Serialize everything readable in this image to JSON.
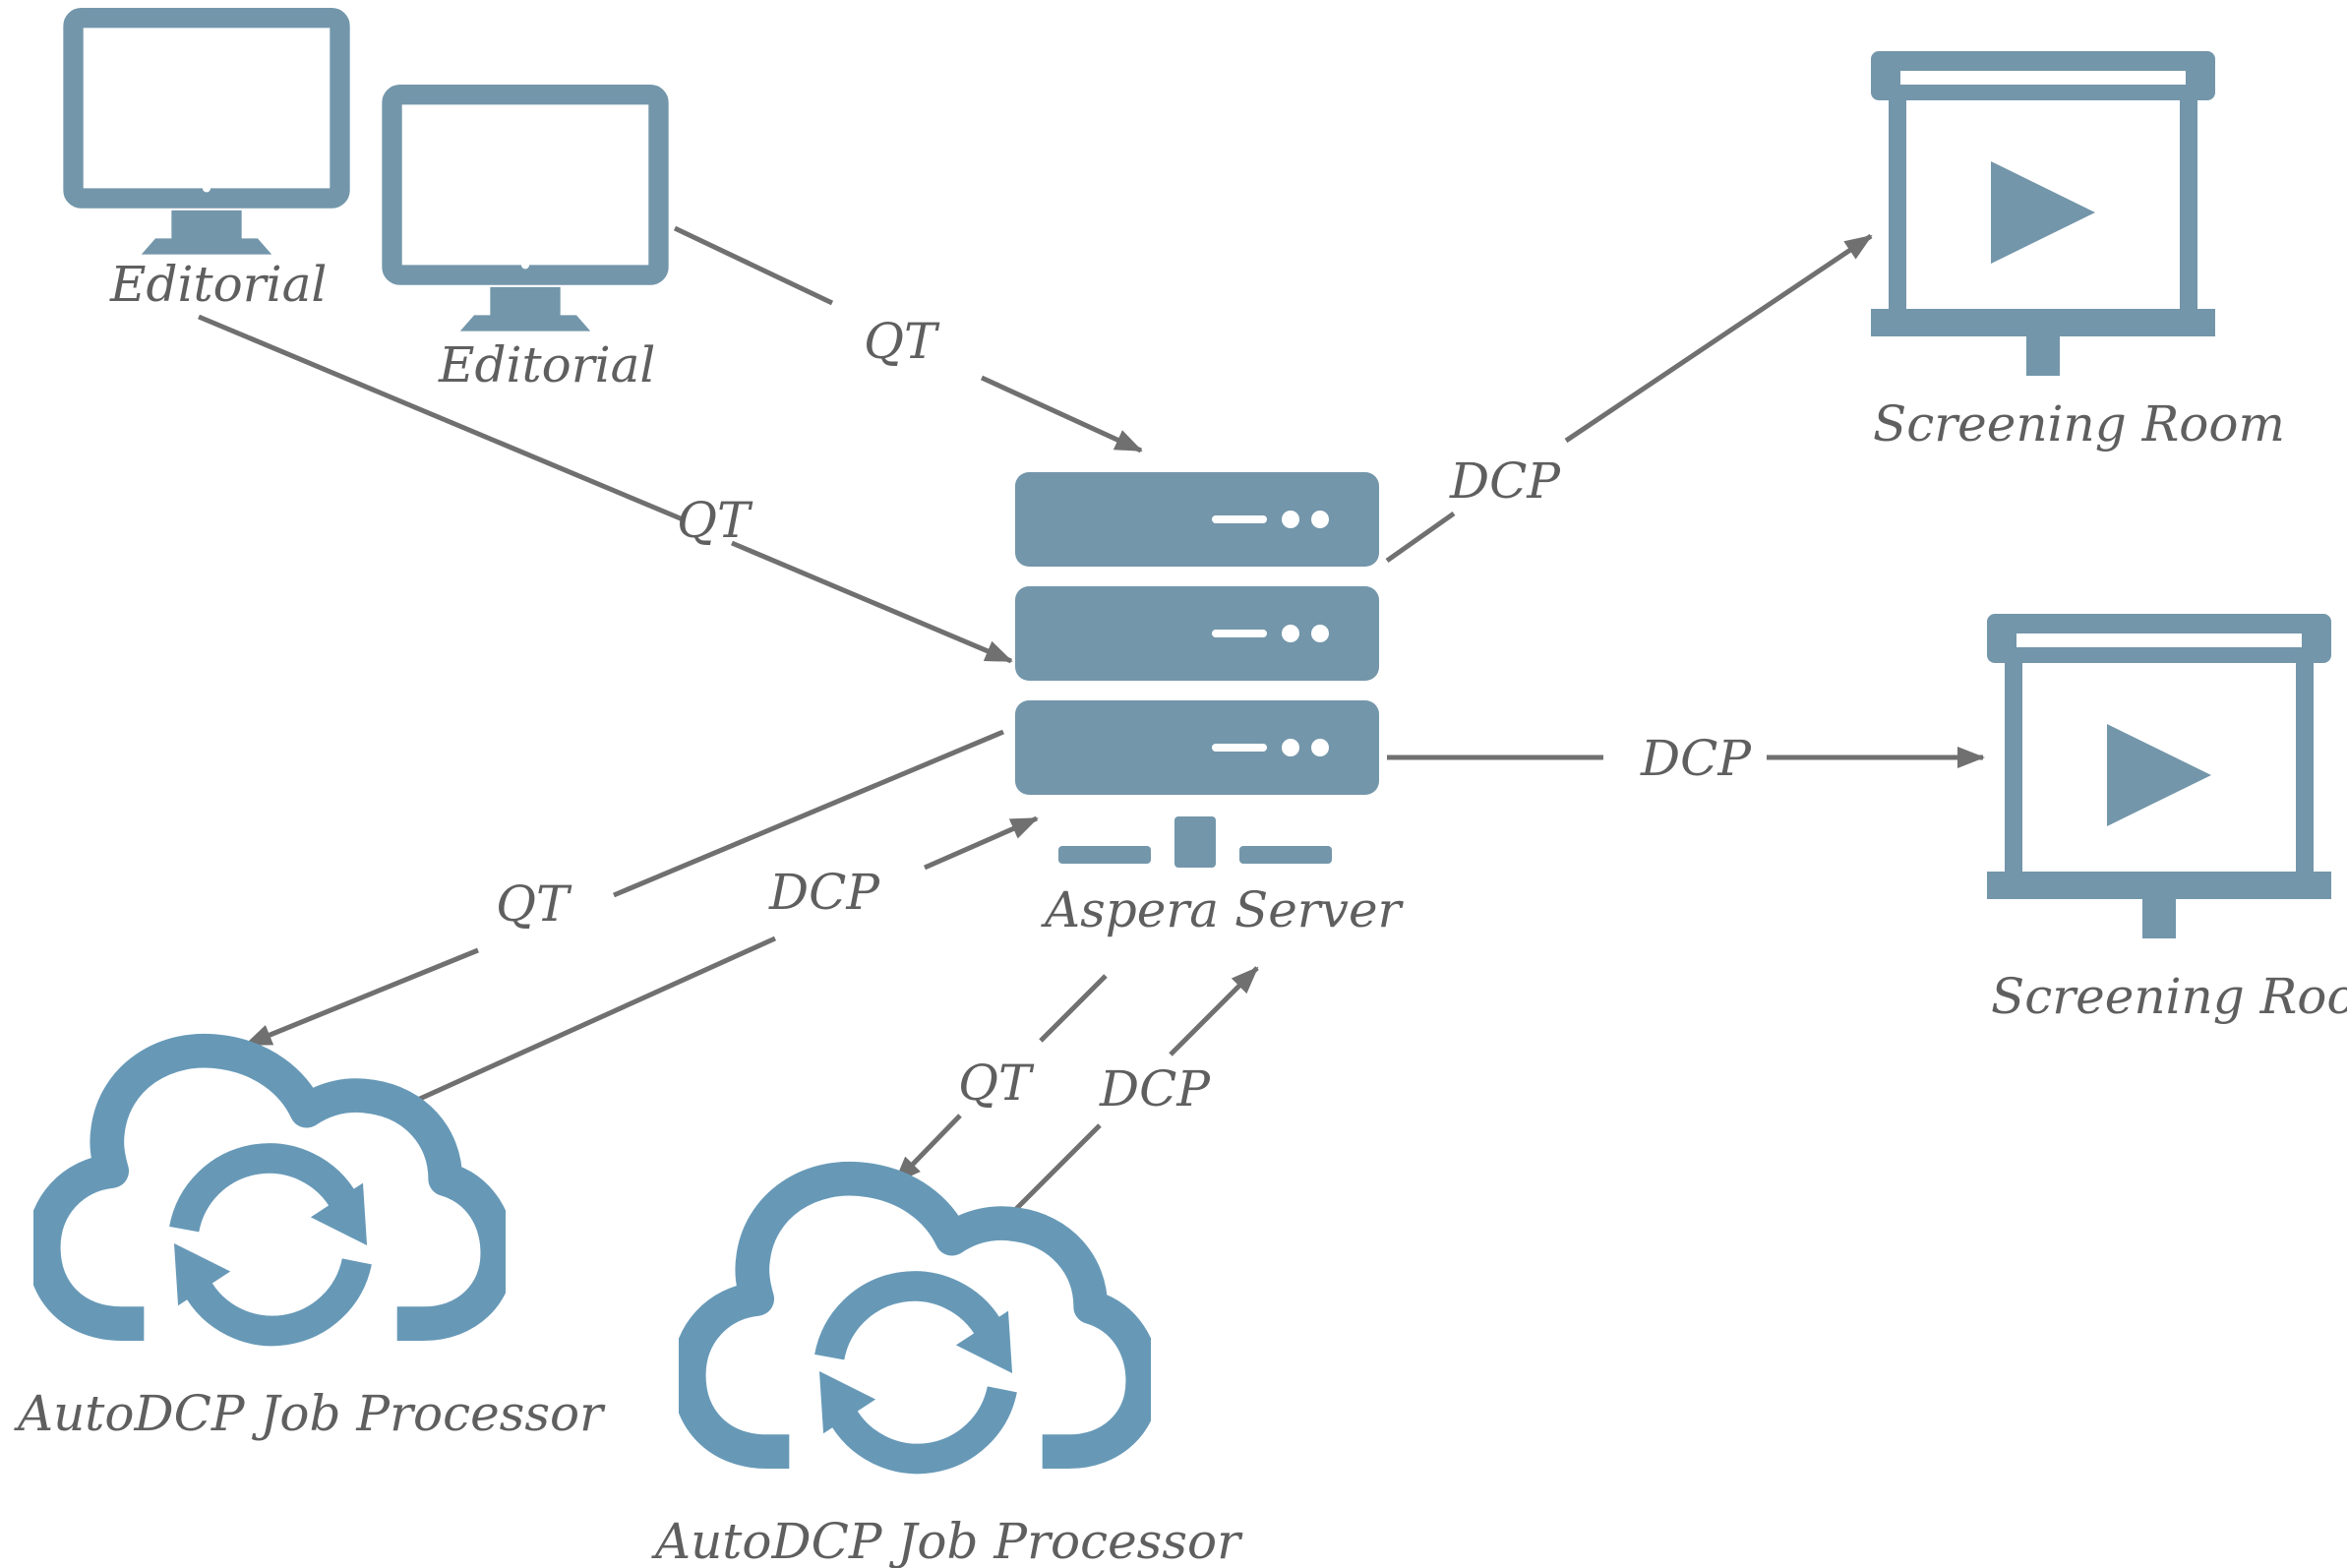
{
  "diagram": {
    "nodes": {
      "editorial_1": "Editorial",
      "editorial_2": "Editorial",
      "aspera_server": "Aspera Server",
      "screening_room_1": "Screening Room",
      "screening_room_2": "Screening Room",
      "job_processor_1": "AutoDCP Job Processor",
      "job_processor_2": "AutoDCP Job Processor"
    },
    "edges": {
      "editorial2_to_server": "QT",
      "editorial1_to_server": "QT",
      "server_to_screening1": "DCP",
      "server_to_screening2": "DCP",
      "server_to_processor1": "QT",
      "processor1_to_server": "DCP",
      "server_to_processor2": "QT",
      "processor2_to_server": "DCP"
    }
  },
  "colors": {
    "icon_slate": "#7396aa",
    "icon_cloud": "#6799b7",
    "edge": "#707070",
    "label": "#5f5f5f"
  },
  "icons": [
    "monitor-icon",
    "server-rack-icon",
    "projection-screen-icon",
    "cloud-sync-icon"
  ]
}
